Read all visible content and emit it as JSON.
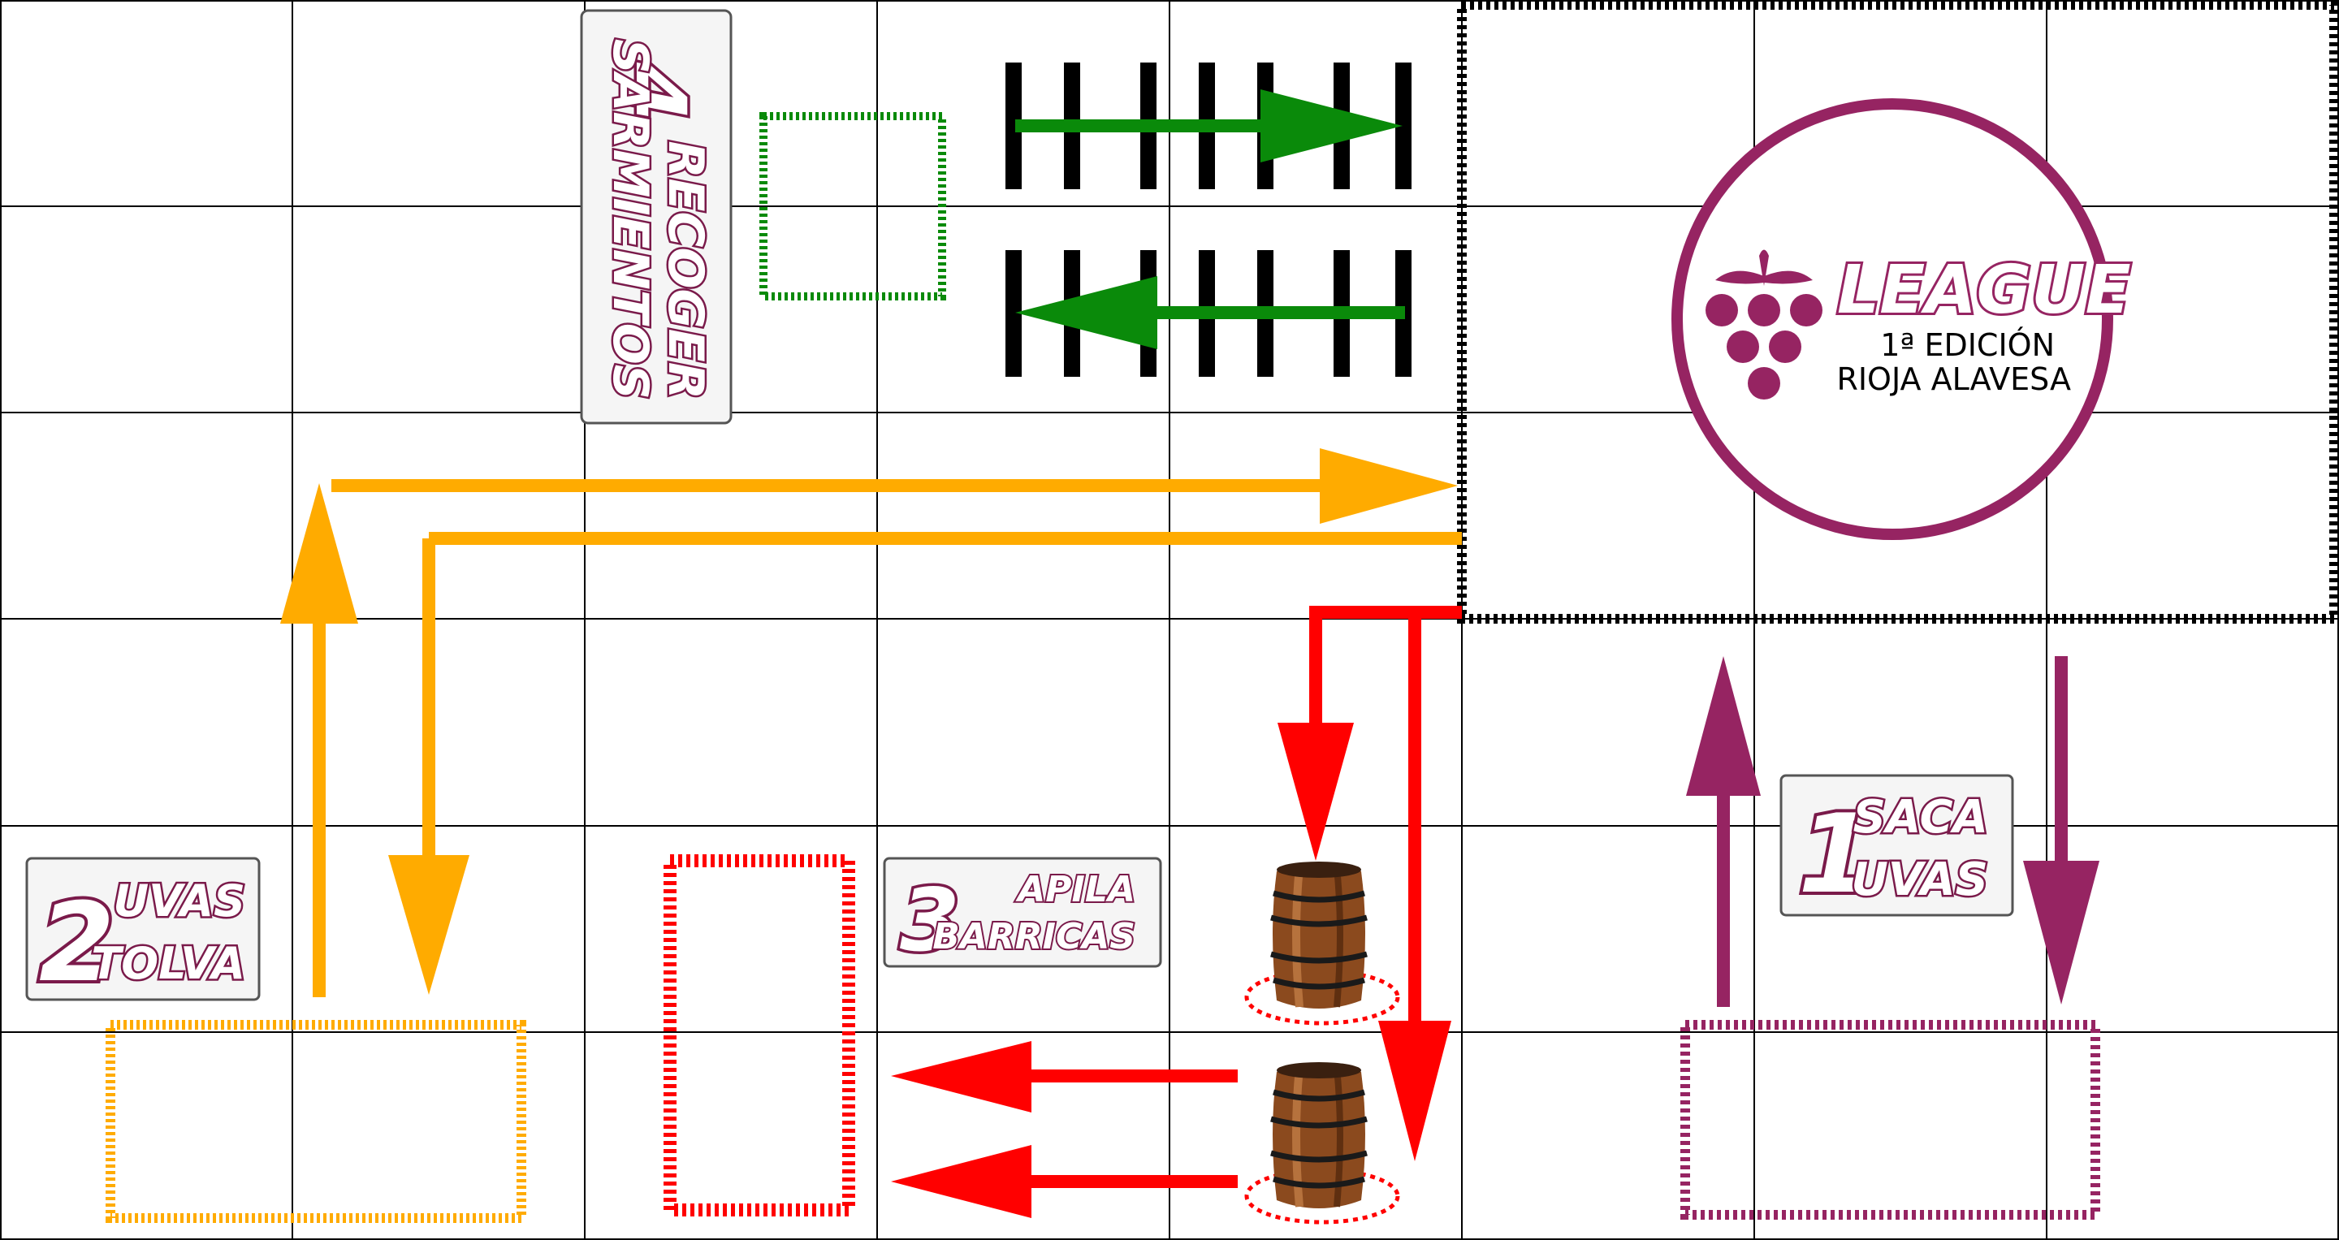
{
  "grid": {
    "cols": 8,
    "rows": 6
  },
  "colors": {
    "orange": "#ffab00",
    "red": "#ff0000",
    "purple": "#962462",
    "green": "#0a8a0a",
    "black": "#000000",
    "label_fill": "#f5f5f5",
    "label_outline": "#7a1a4a"
  },
  "stations": {
    "s1": {
      "number": "1",
      "line1": "SACA",
      "line2": "UVAS"
    },
    "s2": {
      "number": "2",
      "line1": "UVAS",
      "line2": "TOLVA"
    },
    "s3": {
      "number": "3",
      "line1": "APILA",
      "line2": "BARRICAS"
    },
    "s4": {
      "number": "4",
      "line1": "RECOGER",
      "line2": "SARMIENTOS"
    }
  },
  "logo": {
    "title": "LEAGUE",
    "edition": "1ª EDICIÓN",
    "region": "RIOJA ALAVESA",
    "icon": "grape-icon"
  },
  "objects": {
    "barrel_icon": "barrel-icon",
    "fence_icon": "fence-icon"
  }
}
